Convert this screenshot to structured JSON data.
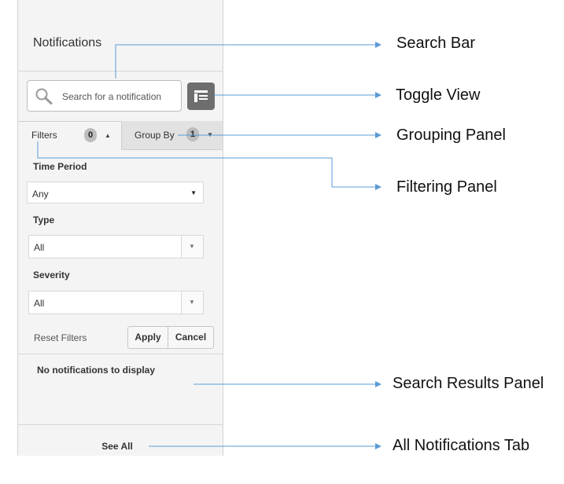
{
  "panel": {
    "title": "Notifications",
    "search": {
      "placeholder": "Search for a notification"
    },
    "toggle_view": {
      "icon": "toggle-view-icon"
    },
    "tabs": {
      "filters": {
        "label": "Filters",
        "count": "0"
      },
      "group_by": {
        "label": "Group By",
        "count": "1"
      }
    },
    "filters": {
      "time_period": {
        "label": "Time Period",
        "value": "Any"
      },
      "type": {
        "label": "Type",
        "value": "All"
      },
      "severity": {
        "label": "Severity",
        "value": "All"
      },
      "reset_label": "Reset Filters",
      "apply_label": "Apply",
      "cancel_label": "Cancel"
    },
    "results": {
      "empty_text": "No notifications to display"
    },
    "see_all_label": "See All"
  },
  "annotations": {
    "search_bar": "Search Bar",
    "toggle_view": "Toggle View",
    "grouping_panel": "Grouping Panel",
    "filtering_panel": "Filtering Panel",
    "search_results_panel": "Search Results Panel",
    "all_notifications_tab": "All Notifications Tab"
  },
  "colors": {
    "annotation_line": "#5b9bd5",
    "panel_bg": "#f4f4f4",
    "toggle_bg": "#6e6e6e"
  }
}
